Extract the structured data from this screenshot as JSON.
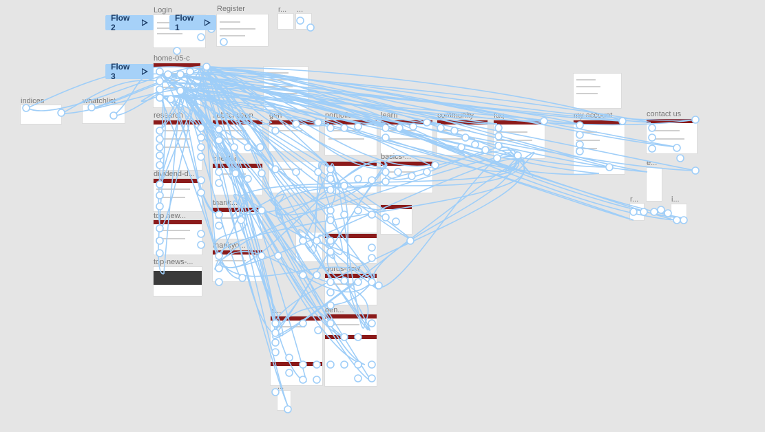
{
  "flows": [
    {
      "label": "Flow 2"
    },
    {
      "label": "Flow 1"
    },
    {
      "label": "Flow 3"
    }
  ],
  "frames": [
    {
      "label": "Login"
    },
    {
      "label": "Register"
    },
    {
      "label": "r..."
    },
    {
      "label": "..."
    },
    {
      "label": "home-05-c"
    },
    {
      "label": "indices"
    },
    {
      "label": "whatchlist"
    },
    {
      "label": "research"
    },
    {
      "label": "subscription"
    },
    {
      "label": "gen"
    },
    {
      "label": "portfolio"
    },
    {
      "label": "learn"
    },
    {
      "label": "community"
    },
    {
      "label": "faq"
    },
    {
      "label": "my account"
    },
    {
      "label": "contact us"
    },
    {
      "label": "dividend-d..."
    },
    {
      "label": "top new..."
    },
    {
      "label": "top-news-..."
    },
    {
      "label": "check-i..."
    },
    {
      "label": "thank..."
    },
    {
      "label": "thankyo..."
    },
    {
      "label": "basics-..."
    },
    {
      "label": "e..."
    },
    {
      "label": "r..."
    },
    {
      "label": "i..."
    },
    {
      "label": "gurus-new"
    },
    {
      "label": "e..."
    },
    {
      "label": "gen..."
    },
    {
      "label": "..."
    }
  ],
  "colors": {
    "canvas": "#e5e5e5",
    "connector": "#9fcef8",
    "flow_tag": "#a6d1f8",
    "header_band": "#8b1a1a"
  }
}
